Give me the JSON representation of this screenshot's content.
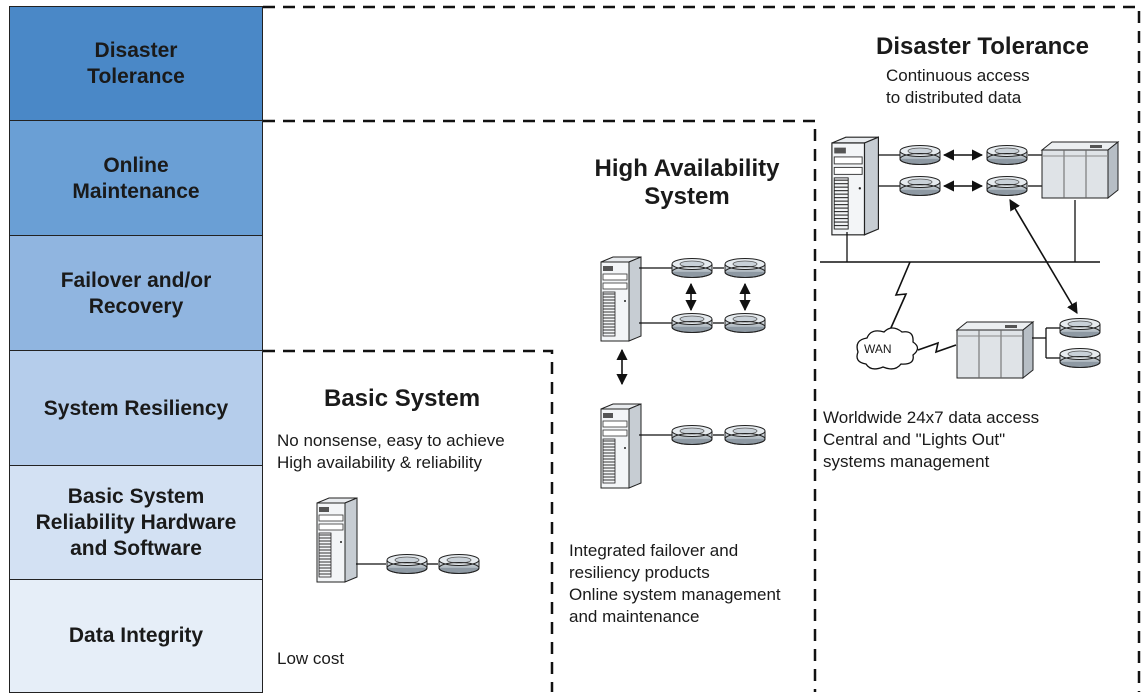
{
  "tiers": [
    {
      "label": "Disaster\nTolerance",
      "color": "#4a88c7"
    },
    {
      "label": "Online\nMaintenance",
      "color": "#6a9fd5"
    },
    {
      "label": "Failover and/or\nRecovery",
      "color": "#90b5e0"
    },
    {
      "label": "System Resiliency",
      "color": "#b5cdeb"
    },
    {
      "label": "Basic System\nReliability Hardware\nand Software",
      "color": "#d3e1f3"
    },
    {
      "label": "Data Integrity",
      "color": "#e6eef8"
    }
  ],
  "basic_system": {
    "title": "Basic System",
    "description": "No nonsense, easy to achieve\nHigh availability & reliability",
    "cost": "Low cost"
  },
  "high_availability": {
    "title": "High Availability\nSystem",
    "description": "Integrated failover and\nresiliency products\nOnline system management\nand maintenance"
  },
  "disaster_tolerance": {
    "title": "Disaster Tolerance",
    "subtitle": "Continuous access\nto distributed data",
    "wan_label": "WAN",
    "description": "Worldwide 24x7 data access\nCentral and \"Lights Out\"\nsystems management"
  }
}
